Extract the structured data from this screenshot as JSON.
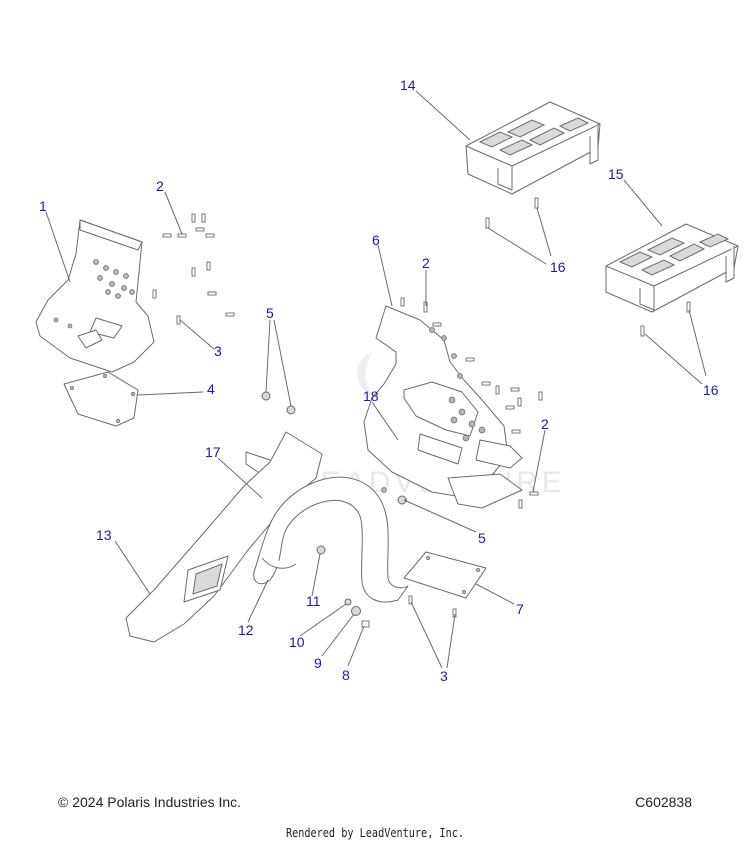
{
  "watermark": "LEADVENTURE",
  "callouts": [
    {
      "id": "c1",
      "label": "1"
    },
    {
      "id": "c2a",
      "label": "2"
    },
    {
      "id": "c3a",
      "label": "3"
    },
    {
      "id": "c4",
      "label": "4"
    },
    {
      "id": "c5a",
      "label": "5"
    },
    {
      "id": "c14",
      "label": "14"
    },
    {
      "id": "c15",
      "label": "15"
    },
    {
      "id": "c16a",
      "label": "16"
    },
    {
      "id": "c6",
      "label": "6"
    },
    {
      "id": "c2b",
      "label": "2"
    },
    {
      "id": "c16b",
      "label": "16"
    },
    {
      "id": "c18",
      "label": "18"
    },
    {
      "id": "c2c",
      "label": "2"
    },
    {
      "id": "c17",
      "label": "17"
    },
    {
      "id": "c13",
      "label": "13"
    },
    {
      "id": "c5b",
      "label": "5"
    },
    {
      "id": "c11",
      "label": "11"
    },
    {
      "id": "c12",
      "label": "12"
    },
    {
      "id": "c7",
      "label": "7"
    },
    {
      "id": "c10",
      "label": "10"
    },
    {
      "id": "c9",
      "label": "9"
    },
    {
      "id": "c8",
      "label": "8"
    },
    {
      "id": "c3b",
      "label": "3"
    }
  ],
  "footer": {
    "copyright": "© 2024 Polaris Industries Inc.",
    "drawing_id": "C602838",
    "rendered_by": "Rendered by LeadVenture, Inc."
  },
  "colors": {
    "callout": "#1a1aa8",
    "line": "#6b6b6b",
    "background": "#ffffff"
  }
}
